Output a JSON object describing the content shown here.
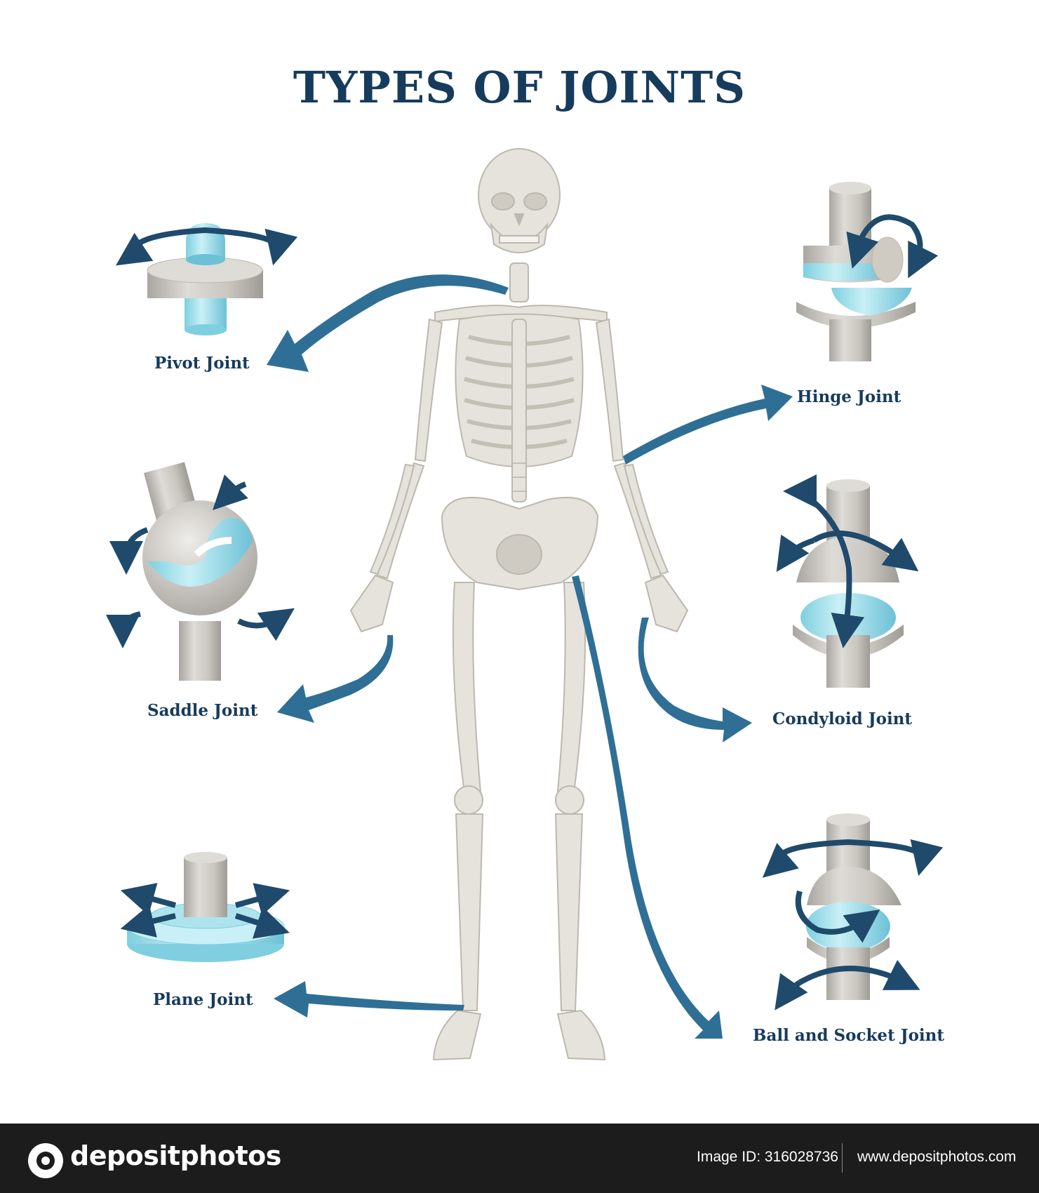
{
  "title": "Types of Joints",
  "labels": {
    "pivot": "Pivot Joint",
    "hinge": "Hinge Joint",
    "saddle": "Saddle Joint",
    "condyloid": "Condyloid Joint",
    "plane": "Plane Joint",
    "ball_socket": "Ball and Socket Joint"
  },
  "footer": {
    "brand": "depositphotos",
    "image_id": "Image ID: 316028736",
    "site": "www.depositphotos.com"
  },
  "colors": {
    "title": "#163b5c",
    "arrow": "#2f6f96",
    "bone": "#e6e3dc",
    "bone_outline": "#bdb8ad",
    "cartilage": "#aee3ee",
    "footer_bg": "#1c1c1c"
  }
}
